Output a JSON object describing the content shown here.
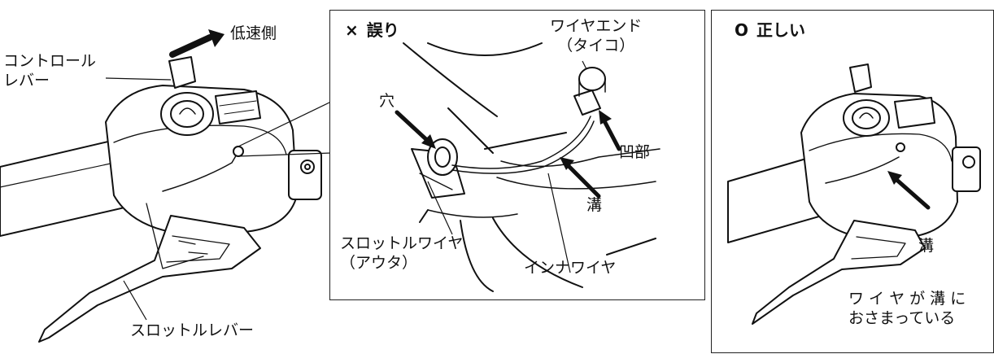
{
  "left_view": {
    "low_speed_side": "低速側",
    "control_lever": "コントロール\nレバー",
    "throttle_lever": "スロットルレバー"
  },
  "wrong_panel": {
    "mark": "×",
    "title": "誤り",
    "hole": "穴",
    "wire_end": "ワイヤエンド\n（タイコ）",
    "recess": "凹部",
    "groove": "溝",
    "throttle_wire_outer": "スロットルワイヤ\n（アウタ）",
    "inner_wire": "インナワイヤ"
  },
  "correct_panel": {
    "mark": "O",
    "title": "正しい",
    "groove": "溝",
    "note": "ワ イ ヤ が 溝 に\nおさまっている"
  }
}
